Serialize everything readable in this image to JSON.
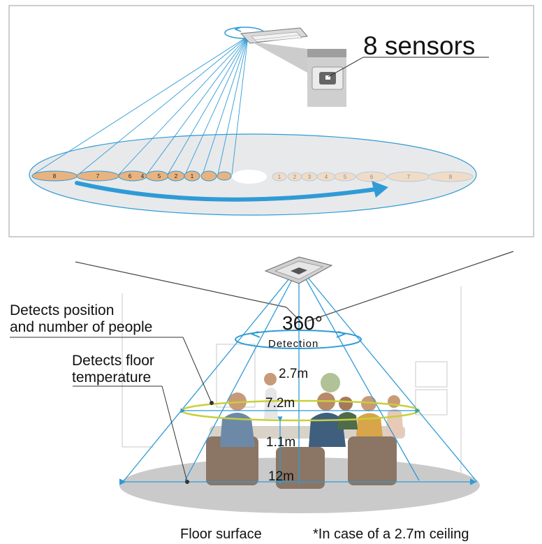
{
  "top_panel": {
    "title": "8 sensors",
    "left_zones": [
      "8",
      "7",
      "6",
      "4",
      "5",
      "2",
      "1",
      "",
      ""
    ],
    "right_zones": [
      "1",
      "2",
      "3",
      "4",
      "5",
      "6",
      "7",
      "8"
    ]
  },
  "bottom_panel": {
    "detects_position": "Detects position\nand number of people",
    "detects_floor": "Detects floor\ntemperature",
    "angle": "360°",
    "detection": "Detection",
    "height": "2.7m",
    "upper_diameter": "7.2m",
    "lower_height": "1.1m",
    "floor_diameter": "12m",
    "floor_surface": "Floor surface",
    "ceiling_note": "*In case of a 2.7m ceiling"
  },
  "colors": {
    "accent_blue": "#2f9bd6",
    "sensor_zone": "#e9b37f",
    "ring_yellow": "#c9cf3a"
  }
}
